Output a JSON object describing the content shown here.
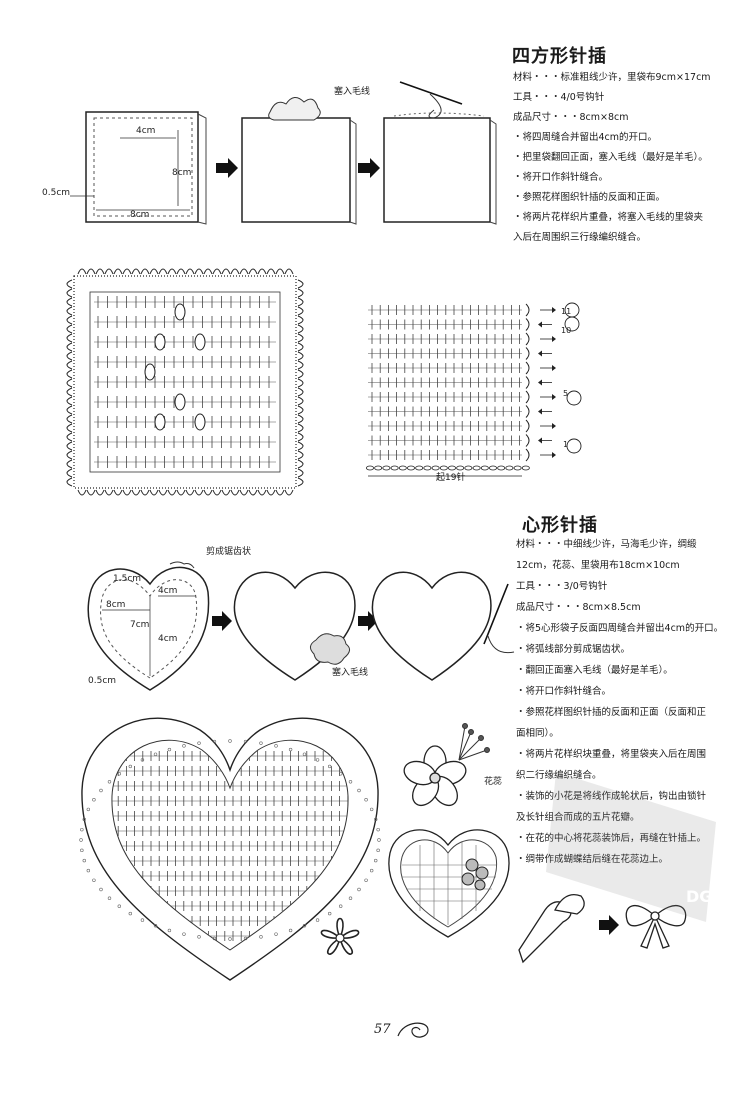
{
  "square": {
    "title": "四方形针插",
    "lines": [
      "材料・・・标准粗线少许，里袋布9cm×17cm",
      "工具・・・4/0号钩针",
      "成品尺寸・・・8cm×8cm",
      "・将四周缝合并留出4cm的开口。",
      "・把里袋翻回正面，塞入毛线（最好是羊毛）。",
      "・将开口作斜针缝合。",
      "・参照花样图织针插的反面和正面。",
      "・将两片花样织片重叠，将塞入毛线的里袋夹",
      "入后在周围织三行缘编织缝合。"
    ],
    "labels": {
      "stuff": "塞入毛线",
      "w4": "4cm",
      "h8": "8cm",
      "w8": "8cm",
      "margin": "0.5cm",
      "start": "起19针"
    },
    "row_numbers": [
      "11",
      "10",
      "5",
      "1"
    ]
  },
  "heart": {
    "title": "心形针插",
    "lines": [
      "材料・・・中细线少许，马海毛少许，绸缎",
      "12cm，花蕊、里袋用布18cm×10cm",
      "工具・・・3/0号钩针",
      "成品尺寸・・・8cm×8.5cm",
      "・将5心形袋子反面四周缝合并留出4cm的开口。",
      "・将弧线部分剪成锯齿状。",
      "・翻回正面塞入毛线（最好是羊毛）。",
      "・将开口作斜针缝合。",
      "・参照花样图织针插的反面和正面（反面和正",
      "面相同）。",
      "・将两片花样织块重叠，将里袋夹入后在周围",
      "织二行缘编织缝合。",
      "・装饰的小花是将线作成轮状后，钩出由锁针",
      "及长针组合而成的五片花瓣。",
      "・在花的中心将花蕊装饰后，再缝在针插上。",
      "・绸带作成蝴蝶结后缝在花蕊边上。"
    ],
    "labels": {
      "cut": "剪成锯齿状",
      "d15": "1.5cm",
      "d4a": "4cm",
      "d8": "8cm",
      "d7": "7cm",
      "d4b": "4cm",
      "d05": "0.5cm",
      "stuff": "塞入毛线",
      "stamen": "花蕊"
    }
  },
  "watermark": "DG",
  "page_number": "57"
}
